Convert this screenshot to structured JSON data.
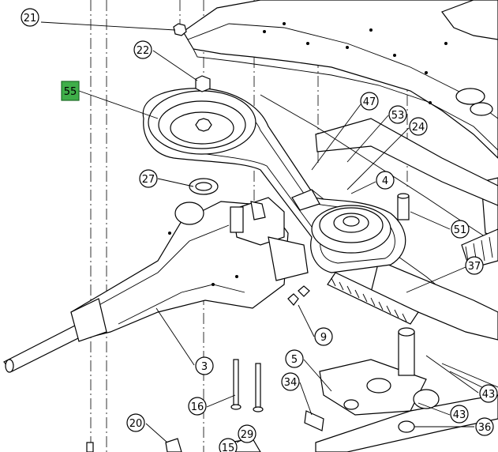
{
  "highlight_color": "#3fae49",
  "callouts": [
    {
      "id": "c21",
      "label": "21"
    },
    {
      "id": "c22",
      "label": "22"
    },
    {
      "id": "c55",
      "label": "55",
      "highlighted": true
    },
    {
      "id": "c47",
      "label": "47"
    },
    {
      "id": "c53",
      "label": "53"
    },
    {
      "id": "c24",
      "label": "24"
    },
    {
      "id": "c27",
      "label": "27"
    },
    {
      "id": "c4",
      "label": "4"
    },
    {
      "id": "c51",
      "label": "51"
    },
    {
      "id": "c37",
      "label": "37"
    },
    {
      "id": "c9",
      "label": "9"
    },
    {
      "id": "c3",
      "label": "3"
    },
    {
      "id": "c5",
      "label": "5"
    },
    {
      "id": "c34",
      "label": "34"
    },
    {
      "id": "c16",
      "label": "16"
    },
    {
      "id": "c43a",
      "label": "43"
    },
    {
      "id": "c43b",
      "label": "43"
    },
    {
      "id": "c36",
      "label": "36"
    },
    {
      "id": "c20",
      "label": "20"
    },
    {
      "id": "c15",
      "label": "15"
    },
    {
      "id": "c29",
      "label": "29"
    }
  ]
}
